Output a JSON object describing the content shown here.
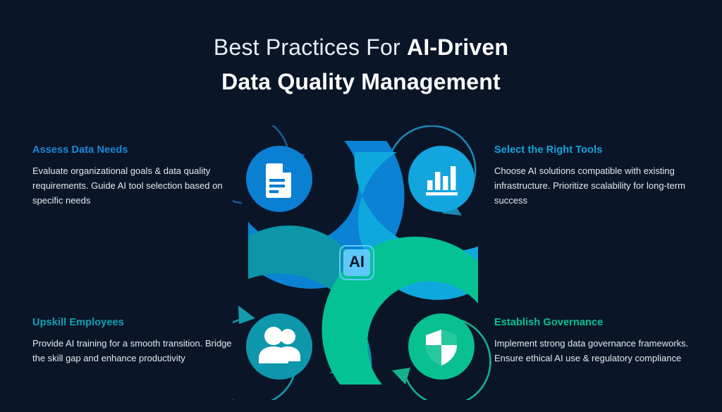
{
  "background_color": "#0a1628",
  "title": {
    "line1_light": "Best Practices For ",
    "line1_bold": "AI-Driven",
    "line2": "Data Quality Management"
  },
  "center_badge": {
    "label": "AI",
    "fill_color": "#5ec8fa",
    "text_color": "#0a1628",
    "name": "ai-badge"
  },
  "panels": [
    {
      "id": "assess",
      "heading": "Assess Data Needs",
      "heading_color": "#1b87d8",
      "body": "Evaluate organizational goals & data quality requirements. Guide AI tool selection based on specific needs",
      "icon": "document-icon",
      "icon_circle_color": "#0b7fd1",
      "arc_color": "#0b82d4",
      "ring_color": "#1a5a96",
      "position": "top-left"
    },
    {
      "id": "tools",
      "heading": "Select the Right Tools",
      "heading_color": "#18a3dd",
      "body": "Choose AI solutions compatible with existing infrastructure. Prioritize scalability for long-term success",
      "icon": "bar-chart-icon",
      "icon_circle_color": "#13a5dd",
      "arc_color": "#0fa8dd",
      "ring_color": "#1d7fae",
      "position": "top-right"
    },
    {
      "id": "upskill",
      "heading": "Upskill Employees",
      "heading_color": "#12a0b5",
      "body": "Provide AI training for a smooth transition. Bridge the skill gap and enhance productivity",
      "icon": "people-icon",
      "icon_circle_color": "#0f97ac",
      "arc_color": "#0d96a8",
      "ring_color": "#16859a",
      "position": "bottom-left"
    },
    {
      "id": "governance",
      "heading": "Establish Governance",
      "heading_color": "#08c294",
      "body": "Implement strong data governance frameworks. Ensure ethical AI use & regulatory compliance",
      "icon": "shield-icon",
      "icon_circle_color": "#09c091",
      "arc_color": "#05c295",
      "ring_color": "#12a67f",
      "position": "bottom-right"
    }
  ]
}
